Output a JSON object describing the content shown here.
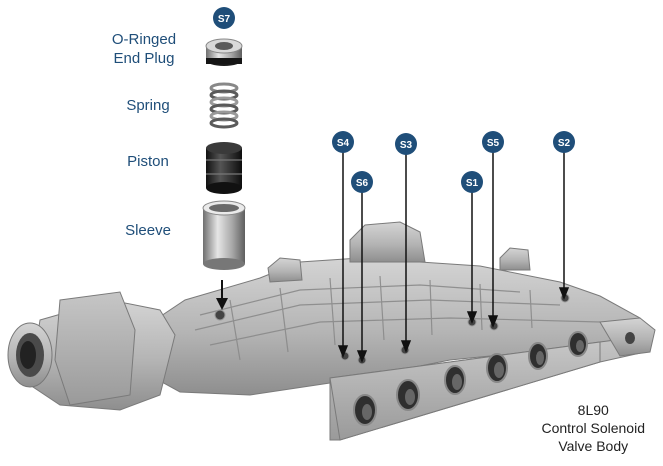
{
  "parts": {
    "end_plug_line1": "O-Ringed",
    "end_plug_line2": "End Plug",
    "spring": "Spring",
    "piston": "Piston",
    "sleeve": "Sleeve"
  },
  "badges": [
    "S7",
    "S4",
    "S3",
    "S5",
    "S2",
    "S6",
    "S1"
  ],
  "caption": {
    "line1": "8L90",
    "line2": "Control Solenoid",
    "line3": "Valve Body"
  },
  "colors": {
    "label": "#1f4e79",
    "badge": "#1f4e79",
    "metal": "#b8b8b8",
    "caption": "#222222"
  }
}
